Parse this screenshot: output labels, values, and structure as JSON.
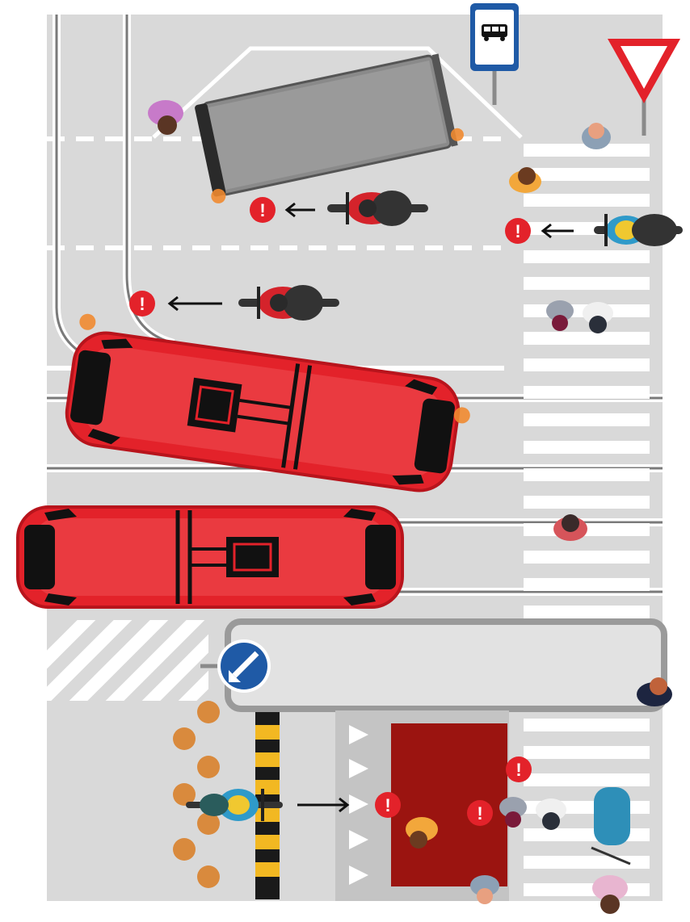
{
  "colors": {
    "asphalt": "#d9d9d9",
    "sidewalk": "#e6e6e6",
    "tram_red": "#e3222a",
    "tram_dark": "#b8141c",
    "truck_gray": "#8a8a8a",
    "warning_red": "#e3222a",
    "red_zone": "#9b1410",
    "sign_blue": "#1f5aa6"
  },
  "signs": {
    "bus_stop": "bus-stop-sign",
    "yield": "yield-sign",
    "keep_left": "keep-left-sign"
  },
  "warning_symbol": "!",
  "scene_elements": [
    "truck",
    "tram-upper",
    "tram-lower",
    "motorcycle-upper",
    "motorcycle-middle",
    "motorcycle-right",
    "cyclist-bottom",
    "pedestrians",
    "speed-bump",
    "red-zone"
  ]
}
